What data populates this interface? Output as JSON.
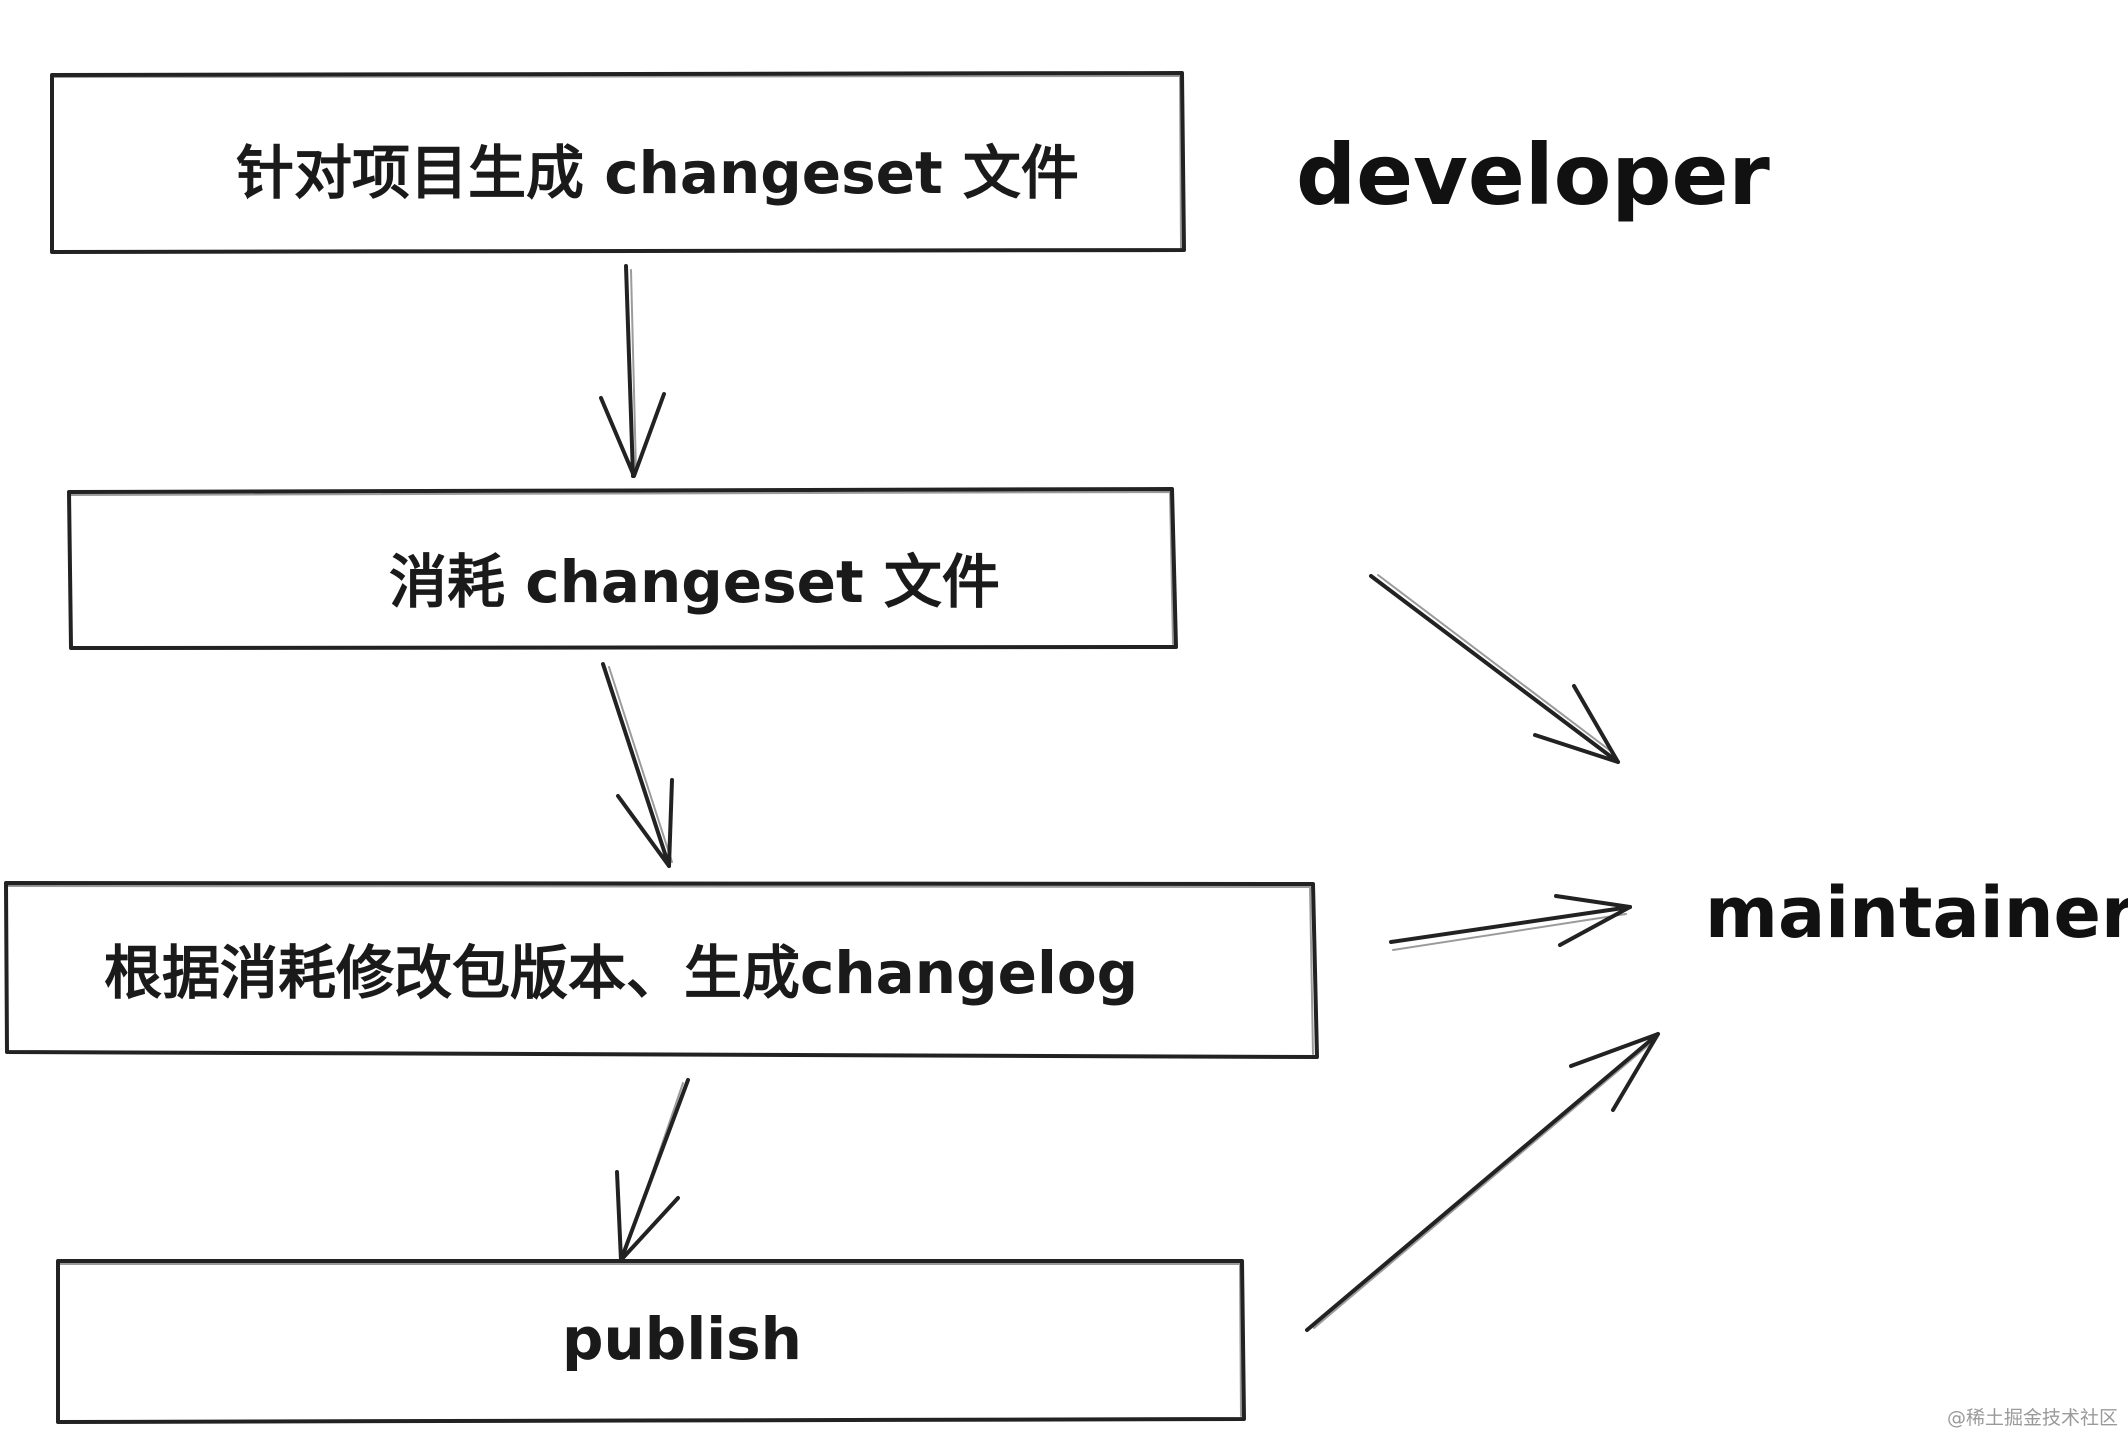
{
  "steps": [
    {
      "id": "generate",
      "label": "针对项目生成 changeset 文件"
    },
    {
      "id": "consume",
      "label": "消耗 changeset 文件"
    },
    {
      "id": "version",
      "label": "根据消耗修改包版本、生成changelog"
    },
    {
      "id": "publish",
      "label": "publish"
    }
  ],
  "roles": {
    "developer": "developer",
    "maintainer": "maintainer"
  },
  "watermark": "@稀土掘金技术社区",
  "colors": {
    "stroke": "#222222",
    "text": "#1a1a1a",
    "watermark": "#9a9a9a"
  }
}
